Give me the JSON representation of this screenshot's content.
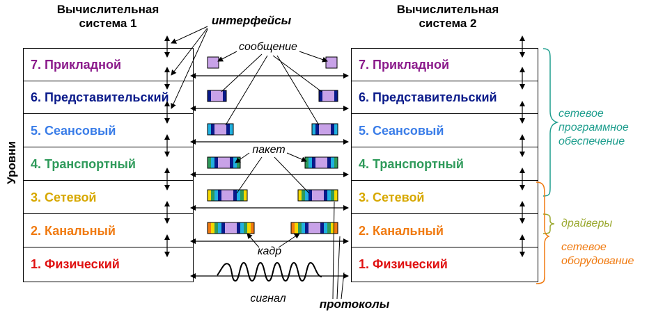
{
  "left_system": {
    "title_line1": "Вычислительная",
    "title_line2": "система 1"
  },
  "right_system": {
    "title_line1": "Вычислительная",
    "title_line2": "система 2"
  },
  "axis_label": "Уровни",
  "layers": [
    {
      "label": "7. Прикладной",
      "color": "#8b1a8b"
    },
    {
      "label": "6. Представительский",
      "color": "#0a1a8a"
    },
    {
      "label": "5. Сеансовый",
      "color": "#3a7de8"
    },
    {
      "label": "4. Транспортный",
      "color": "#2e9a5a"
    },
    {
      "label": "3. Сетевой",
      "color": "#d7a800"
    },
    {
      "label": "2. Канальный",
      "color": "#f07a10"
    },
    {
      "label": "1. Физический",
      "color": "#e01010"
    }
  ],
  "annotations": {
    "interfaces": "интерфейсы",
    "message": "сообщение",
    "packet": "пакет",
    "frame": "кадр",
    "signal": "сигнал",
    "protocols": "протоколы"
  },
  "groups": {
    "software_line1": "сетевое",
    "software_line2": "программное",
    "software_line3": "обеспечение",
    "software_color": "#1f9e8e",
    "drivers": "драйверы",
    "drivers_color": "#9aa82e",
    "hardware_line1": "сетевое",
    "hardware_line2": "оборудование",
    "hardware_color": "#f07a10"
  }
}
